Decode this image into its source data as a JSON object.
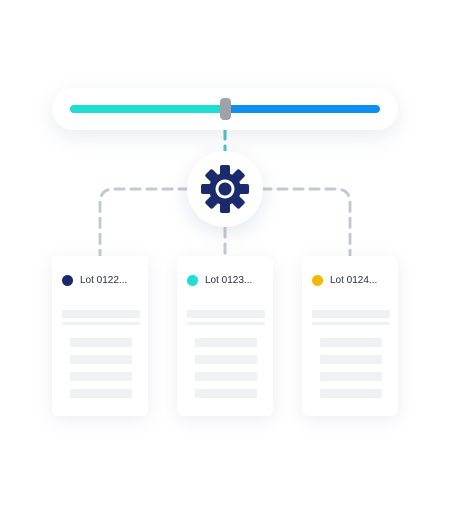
{
  "slider": {
    "value_fraction": 0.5,
    "fill_color": "#1de0d2",
    "track_color": "#0f8ff0",
    "thumb_color": "#9ea3aa"
  },
  "gear": {
    "icon": "gear-icon",
    "color": "#1a2a6c"
  },
  "connector_color": "#c4c8d6",
  "axis_color": "#4fc3c8",
  "lots": [
    {
      "label": "Lot 0122...",
      "color": "#1a2a6c"
    },
    {
      "label": "Lot 0123...",
      "color": "#1de0d2"
    },
    {
      "label": "Lot 0124...",
      "color": "#f5b800"
    }
  ]
}
